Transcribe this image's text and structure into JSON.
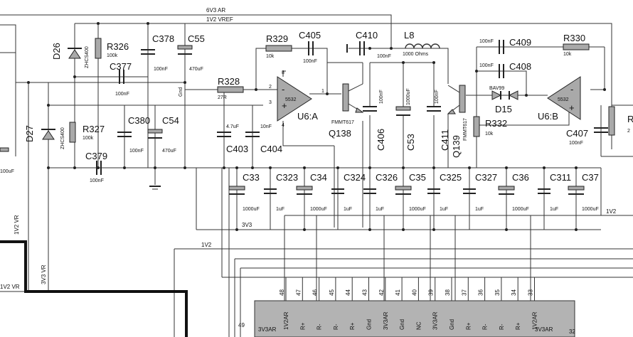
{
  "nets": {
    "v6v3ar": "6V3 AR",
    "v1v2ref": "1V2 VREF",
    "v1v2vr_a": "1V2 VR",
    "v1v2vr_b": "1V2 VR",
    "v3v3vr": "3V3 VR",
    "v3v3": "3V3",
    "v1v2_top": "1V2",
    "v1v2_right": "1V2"
  },
  "zener": {
    "d26": {
      "ref": "D26",
      "part": "ZHCS400"
    },
    "d27": {
      "ref": "D27",
      "part": "ZHCS400"
    }
  },
  "resistors": {
    "r326": {
      "ref": "R326",
      "value": "100k"
    },
    "r327": {
      "ref": "R327",
      "value": "100k"
    },
    "r328": {
      "ref": "R328",
      "value": "27R"
    },
    "r329": {
      "ref": "R329",
      "value": "10k"
    },
    "r330": {
      "ref": "R330",
      "value": "10k"
    },
    "r332": {
      "ref": "R332",
      "value": "10k"
    },
    "r_edge": {
      "ref": "R",
      "value": "2"
    }
  },
  "caps": {
    "c377": {
      "ref": "C377",
      "value": "100nF"
    },
    "c378": {
      "ref": "C378",
      "value": "100nF"
    },
    "c55": {
      "ref": "C55",
      "value": "470uF"
    },
    "c379": {
      "ref": "C379",
      "value": "100nF"
    },
    "c380": {
      "ref": "C380",
      "value": "100nF"
    },
    "c54": {
      "ref": "C54",
      "value": "470uF"
    },
    "c405": {
      "ref": "C405",
      "value": "100nF"
    },
    "c410": {
      "ref": "C410",
      "value": "100nF"
    },
    "c403": {
      "ref": "C403",
      "value": "4.7uF"
    },
    "c404": {
      "ref": "C404",
      "value": "10nF"
    },
    "c406": {
      "ref": "C406",
      "value": "100nF"
    },
    "c53": {
      "ref": "C53",
      "value": "1000uF"
    },
    "c411": {
      "ref": "C411",
      "value": "100nF"
    },
    "c409": {
      "ref": "C409",
      "value": "100nF"
    },
    "c408": {
      "ref": "C408",
      "value": "100nF"
    },
    "c407": {
      "ref": "C407",
      "value": "100nF"
    },
    "c_left_edge": {
      "value": "100uF"
    }
  },
  "bank": [
    {
      "ref": "C33",
      "value": "1000uF"
    },
    {
      "ref": "C323",
      "value": "1uF"
    },
    {
      "ref": "C34",
      "value": "1000uF"
    },
    {
      "ref": "C324",
      "value": "1uF"
    },
    {
      "ref": "C326",
      "value": "1uF"
    },
    {
      "ref": "C35",
      "value": "1000uF"
    },
    {
      "ref": "C325",
      "value": "1uF"
    },
    {
      "ref": "C327",
      "value": "1uF"
    },
    {
      "ref": "C36",
      "value": "1000uF"
    },
    {
      "ref": "C311",
      "value": "1uF"
    },
    {
      "ref": "C37",
      "value": "1000uF"
    }
  ],
  "inductor": {
    "ref": "L8",
    "value": "1000 Ohms"
  },
  "opamps": {
    "u6a": {
      "ref": "U6:A",
      "part": "5532",
      "pin8": "8",
      "pin2": "2",
      "pin3": "3",
      "pin1": "1",
      "pin4": "4",
      "minus": "-",
      "plus": "+"
    },
    "u6b": {
      "ref": "U6:B",
      "part": "5532",
      "minus": "-",
      "plus": "+"
    }
  },
  "transistors": {
    "q138": {
      "ref": "Q138",
      "part": "FMMT617"
    },
    "q139": {
      "ref": "Q139",
      "part": "FMMT617"
    }
  },
  "diode": {
    "ref": "D15",
    "part": "BAV99"
  },
  "gnd_label": "Gnd",
  "connector": {
    "pins": [
      {
        "num": "48",
        "name": "1V2AR"
      },
      {
        "num": "47",
        "name": "R+"
      },
      {
        "num": "46",
        "name": "R-"
      },
      {
        "num": "45",
        "name": "R-"
      },
      {
        "num": "44",
        "name": "R+"
      },
      {
        "num": "43",
        "name": "Gnd"
      },
      {
        "num": "42",
        "name": "3V3AR"
      },
      {
        "num": "41",
        "name": "Gnd"
      },
      {
        "num": "40",
        "name": "NC"
      },
      {
        "num": "39",
        "name": "3V3AR"
      },
      {
        "num": "38",
        "name": "Gnd"
      },
      {
        "num": "37",
        "name": "R+"
      },
      {
        "num": "36",
        "name": "R-"
      },
      {
        "num": "35",
        "name": "R-"
      },
      {
        "num": "34",
        "name": "R+"
      },
      {
        "num": "33",
        "name": "1V2AR"
      }
    ],
    "pin49": {
      "num": "49",
      "name": "3V3AR"
    },
    "pin32": {
      "num": "32",
      "name": "3V3AR"
    }
  }
}
